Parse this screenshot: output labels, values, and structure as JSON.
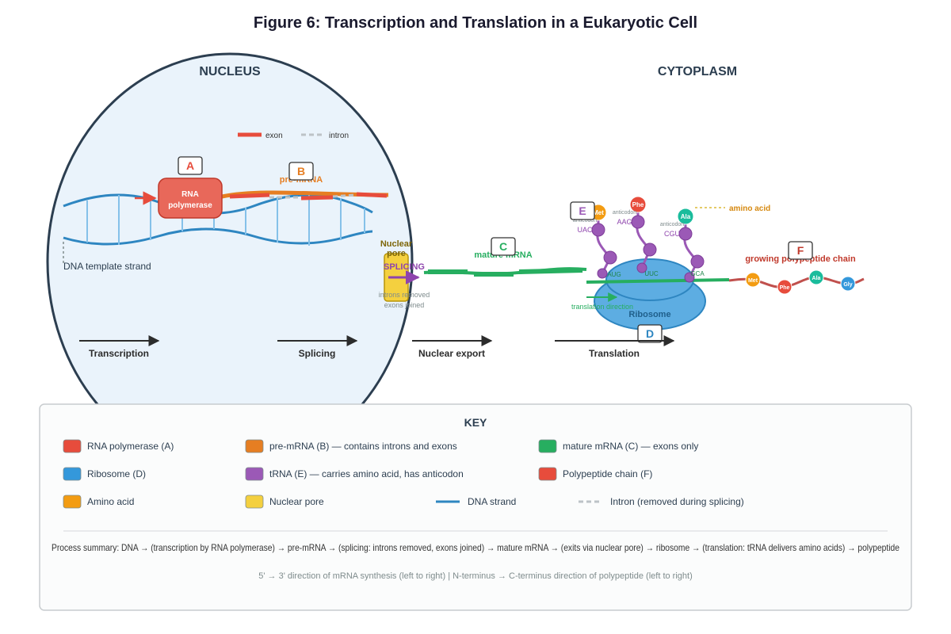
{
  "title": "Figure 6: Transcription and Translation in a Eukaryotic Cell",
  "regions": {
    "nucleus": "NUCLEUS",
    "cytoplasm": "CYTOPLASM"
  },
  "mini_legend": {
    "exon": "exon",
    "intron": "intron"
  },
  "markers": {
    "a": "A",
    "b": "B",
    "c": "C",
    "d": "D",
    "e": "E",
    "f": "F"
  },
  "labels": {
    "rna_pol_line1": "RNA",
    "rna_pol_line2": "polymerase",
    "pre_mrna": "pre-mRNA",
    "dna_template": "DNA template strand",
    "pore_line1": "Nuclear",
    "pore_line2": "pore",
    "splicing": "SPLICING",
    "introns_removed": "introns removed",
    "exons_joined": "exons joined",
    "mature_mrna": "mature mRNA",
    "amino_acid": "amino acid",
    "anticodon": "anticodon",
    "growing_chain": "growing polypeptide chain",
    "ribosome": "Ribosome",
    "translation_direction": "translation direction"
  },
  "trna": [
    {
      "amino": "Met",
      "anticodon": "UAC",
      "codon": "AUG",
      "color": "#f39c12"
    },
    {
      "amino": "Phe",
      "anticodon": "AAG",
      "codon": "UUC",
      "color": "#e74c3c"
    },
    {
      "amino": "Ala",
      "anticodon": "CGU",
      "codon": "GCA",
      "color": "#1abc9c"
    }
  ],
  "chain": [
    {
      "amino": "Met",
      "color": "#f39c12"
    },
    {
      "amino": "Phe",
      "color": "#e74c3c"
    },
    {
      "amino": "Ala",
      "color": "#1abc9c"
    },
    {
      "amino": "Gly",
      "color": "#3498db"
    }
  ],
  "steps": [
    "Transcription",
    "Splicing",
    "Nuclear export",
    "Translation"
  ],
  "key": {
    "title": "KEY",
    "items": [
      {
        "label": "RNA polymerase (A)",
        "color": "#e74c3c",
        "shape": "box"
      },
      {
        "label": "pre-mRNA (B) — contains introns and exons",
        "color": "#e67e22",
        "shape": "box"
      },
      {
        "label": "mature mRNA (C) — exons only",
        "color": "#27ae60",
        "shape": "box"
      },
      {
        "label": "Ribosome (D)",
        "color": "#3498db",
        "shape": "box"
      },
      {
        "label": "tRNA (E) — carries amino acid, has anticodon",
        "color": "#9b59b6",
        "shape": "box"
      },
      {
        "label": "Polypeptide chain (F)",
        "color": "#e74c3c",
        "shape": "box"
      },
      {
        "label": "Amino acid",
        "color": "#f39c12",
        "shape": "box"
      },
      {
        "label": "Nuclear pore",
        "color": "#f4d03f",
        "shape": "box"
      },
      {
        "label": "DNA strand",
        "color": "#2e86c1",
        "shape": "line"
      },
      {
        "label": "Intron (removed during splicing)",
        "color": "#bdc3c7",
        "shape": "dash"
      }
    ],
    "summary": "Process summary: DNA → (transcription by RNA polymerase) → pre-mRNA → (splicing: introns removed, exons joined) → mature mRNA → (exits via nuclear pore) → ribosome → (translation: tRNA delivers amino acids) → polypeptide",
    "note": "5' → 3' direction of mRNA synthesis (left to right) | N-terminus → C-terminus direction of polypeptide (left to right)"
  }
}
